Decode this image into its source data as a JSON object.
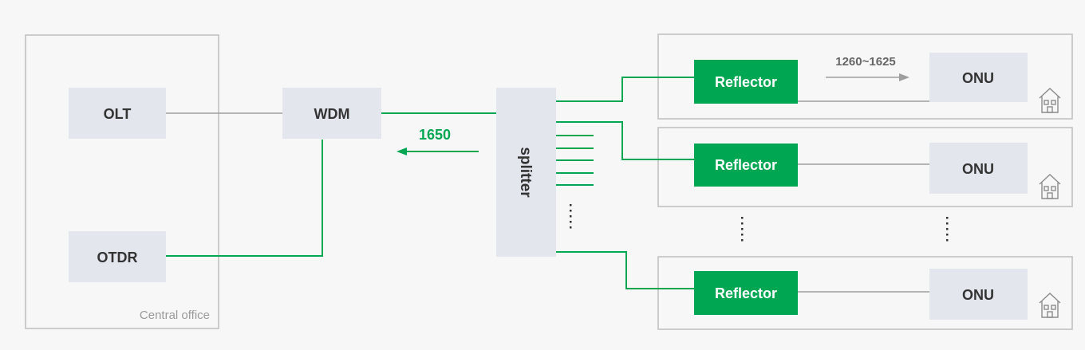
{
  "diagram": {
    "central_office_label": "Central office",
    "olt_label": "OLT",
    "otdr_label": "OTDR",
    "wdm_label": "WDM",
    "splitter_label": "splitter",
    "wavelength_upstream_label": "1650",
    "wavelength_downstream_label": "1260~1625",
    "branches": [
      {
        "reflector_label": "Reflector",
        "onu_label": "ONU"
      },
      {
        "reflector_label": "Reflector",
        "onu_label": "ONU"
      },
      {
        "reflector_label": "Reflector",
        "onu_label": "ONU"
      }
    ],
    "colors": {
      "green": "#00a651",
      "box_gray": "#e3e7ed",
      "border_gray": "#bdbdbd",
      "line_gray": "#9e9e9e",
      "text_dark": "#333333",
      "house_icon": "#8c8c8c"
    },
    "icons": [
      "house-icon",
      "arrow-right-icon",
      "arrow-left-icon"
    ]
  }
}
